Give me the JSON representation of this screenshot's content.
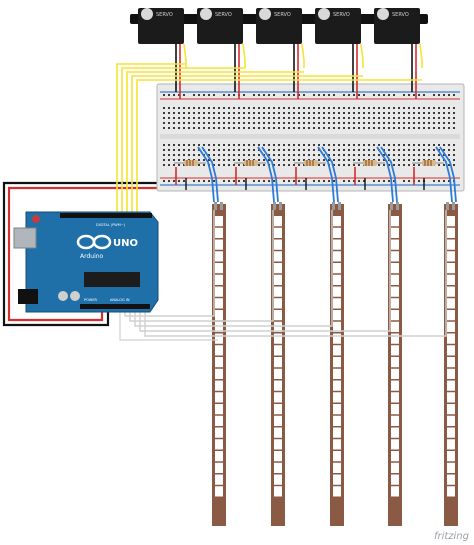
{
  "servo": {
    "label": "SERVO",
    "count": 5,
    "body_color": "#1b1b1b",
    "horn_color": "#d9d9d9"
  },
  "breadboard": {
    "body_color": "#e9e9e9",
    "hole_color": "#3a3a3a",
    "rail_red": "#d32f2f",
    "rail_blue": "#1565c0"
  },
  "resistor": {
    "count": 5,
    "body_color": "#d7b98a"
  },
  "flex_sensor": {
    "count": 5,
    "segments": 24,
    "body_color": "#8a5a44",
    "segment_color": "#ffffff"
  },
  "arduino": {
    "model": "UNO",
    "brand": "Arduino",
    "header_label": "DIGITAL (PWM~)",
    "analog_label": "ANALOG IN",
    "power_label": "POWER",
    "board_color": "#1f6fa8",
    "logo_color": "#ffffff"
  },
  "wires": {
    "signal": "#f5e430",
    "power": "#d32f2f",
    "ground": "#111111",
    "analog": "#d0d0d0",
    "sensor_link": "#2e7bd6"
  },
  "brand_text": "fritzing"
}
